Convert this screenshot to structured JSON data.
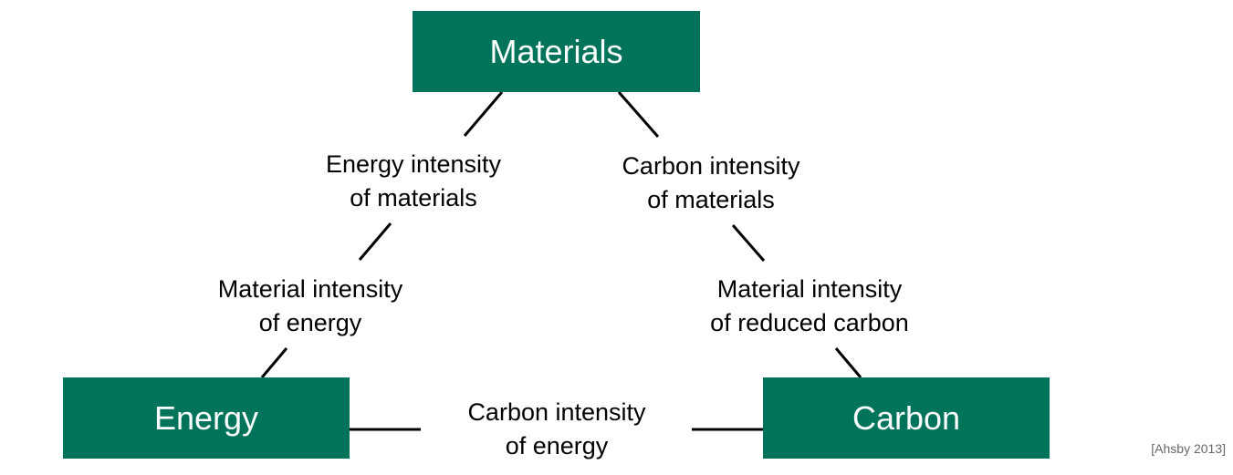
{
  "nodes": {
    "materials": "Materials",
    "energy": "Energy",
    "carbon": "Carbon"
  },
  "edge_labels": {
    "energy_intensity_of_materials": [
      "Energy intensity",
      "of materials"
    ],
    "carbon_intensity_of_materials": [
      "Carbon intensity",
      "of materials"
    ],
    "material_intensity_of_energy": [
      "Material intensity",
      "of energy"
    ],
    "material_intensity_of_reduced_carbon": [
      "Material intensity",
      "of reduced carbon"
    ],
    "carbon_intensity_of_energy": [
      "Carbon intensity",
      "of energy"
    ]
  },
  "credit": "[Ahsby 2013]",
  "colors": {
    "node_fill": "#00745a",
    "node_text": "#ffffff",
    "line": "#000000",
    "credit_text": "#666666"
  }
}
